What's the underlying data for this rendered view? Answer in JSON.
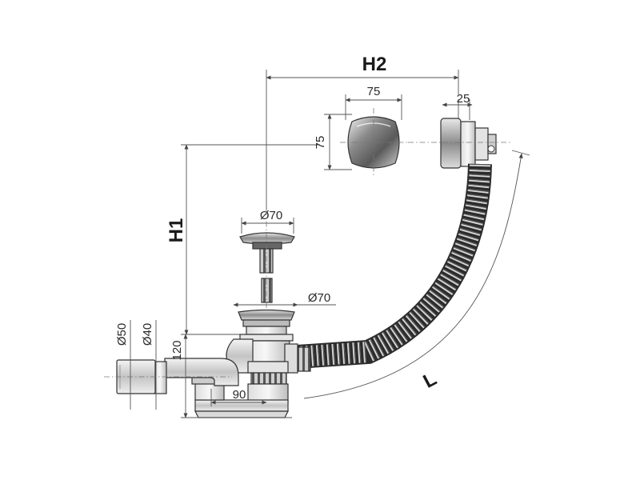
{
  "dimensions": {
    "h2": "H2",
    "h1": "H1",
    "l": "L",
    "overflow_width": "75",
    "overflow_height": "75",
    "overflow_depth": "25",
    "stopper_diameter": "Ø70",
    "drain_diameter": "Ø70",
    "outlet_outer": "Ø50",
    "outlet_inner": "Ø40",
    "trap_height": "120",
    "trap_offset": "90"
  }
}
